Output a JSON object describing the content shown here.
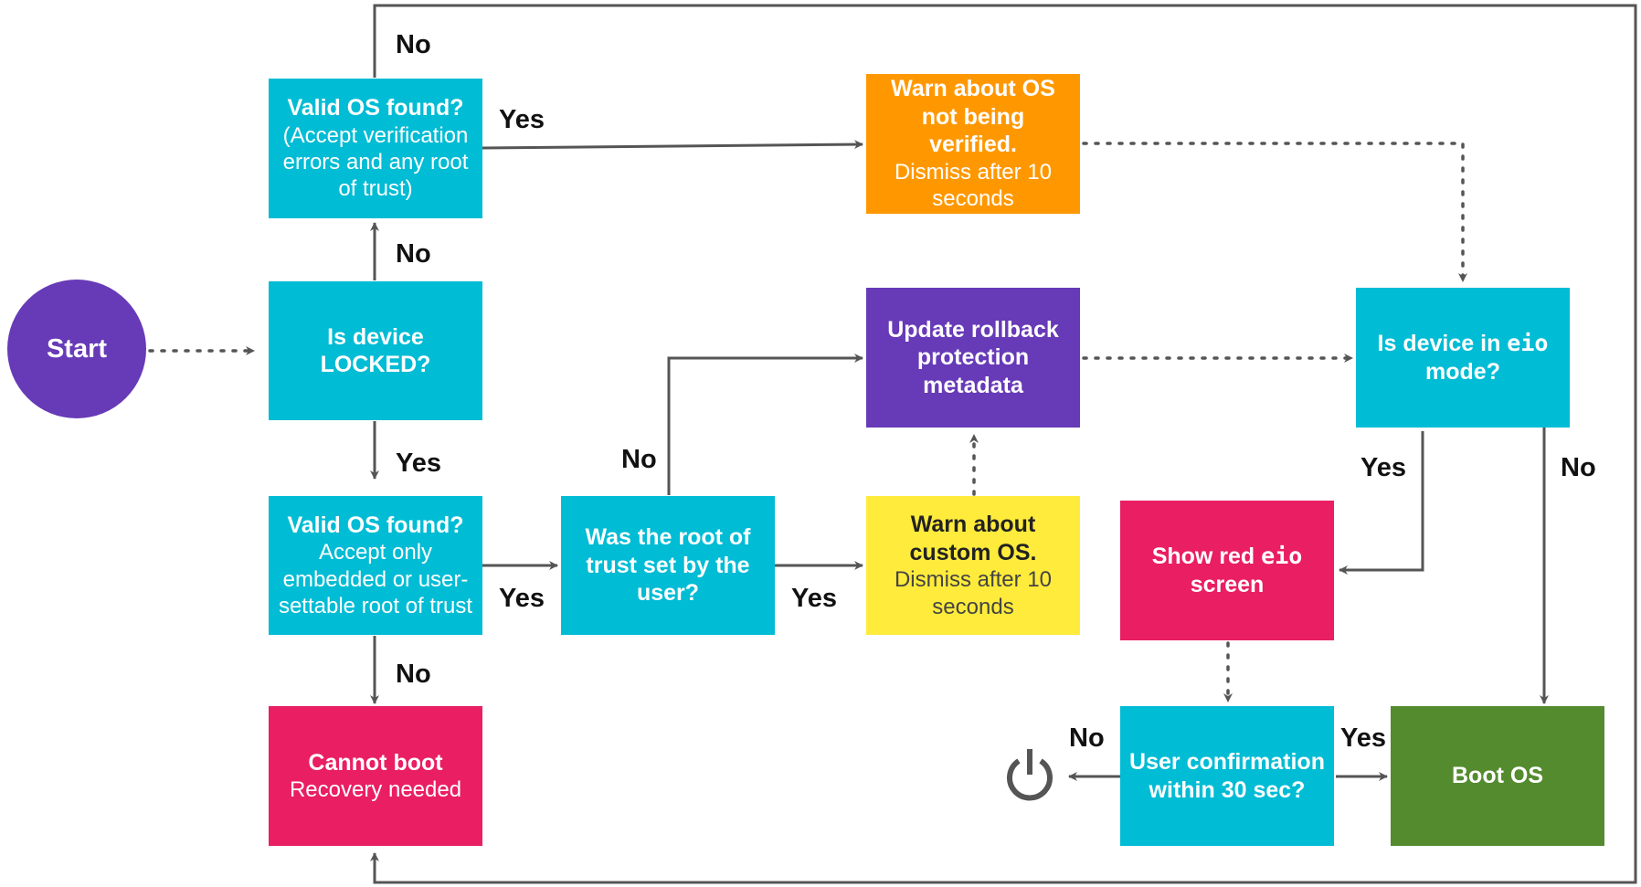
{
  "colors": {
    "cyan": "#00bcd4",
    "orange": "#ff9800",
    "purple": "#673ab7",
    "yellow": "#ffeb3b",
    "pink": "#e91e63",
    "green": "#558b2f",
    "line": "#555555"
  },
  "start": {
    "label": "Start"
  },
  "nodes": {
    "locked": {
      "title": "Is device LOCKED?"
    },
    "valid_unlocked": {
      "title": "Valid OS found?",
      "sub": "(Accept verification errors and any root of trust)"
    },
    "valid_locked": {
      "title": "Valid OS found?",
      "sub": "Accept only embedded or user-settable root of trust"
    },
    "cannot_boot": {
      "title": "Cannot boot",
      "sub": "Recovery needed"
    },
    "root_trust": {
      "title": "Was the root of trust set by the user?"
    },
    "warn_os": {
      "title": "Warn about OS not being verified.",
      "sub": "Dismiss after 10 seconds"
    },
    "update_rollback": {
      "title": "Update rollback protection metadata"
    },
    "warn_custom": {
      "title": "Warn about custom OS.",
      "sub": "Dismiss after 10 seconds"
    },
    "eio_mode": {
      "title_pre": "Is device in",
      "title_code": "eio",
      "title_post": "mode?"
    },
    "red_eio": {
      "title_pre": "Show red",
      "title_code": "eio",
      "title_post": "screen"
    },
    "user_confirm": {
      "title": "User confirmation within 30 sec?"
    },
    "boot_os": {
      "title": "Boot OS"
    }
  },
  "labels": {
    "top_no": "No",
    "locked_no": "No",
    "unlocked_yes": "Yes",
    "locked_yes": "Yes",
    "valid_locked_yes": "Yes",
    "valid_locked_no": "No",
    "root_no": "No",
    "root_yes": "Yes",
    "eio_yes": "Yes",
    "eio_no": "No",
    "confirm_no": "No",
    "confirm_yes": "Yes"
  },
  "icons": {
    "power": "power-icon"
  }
}
